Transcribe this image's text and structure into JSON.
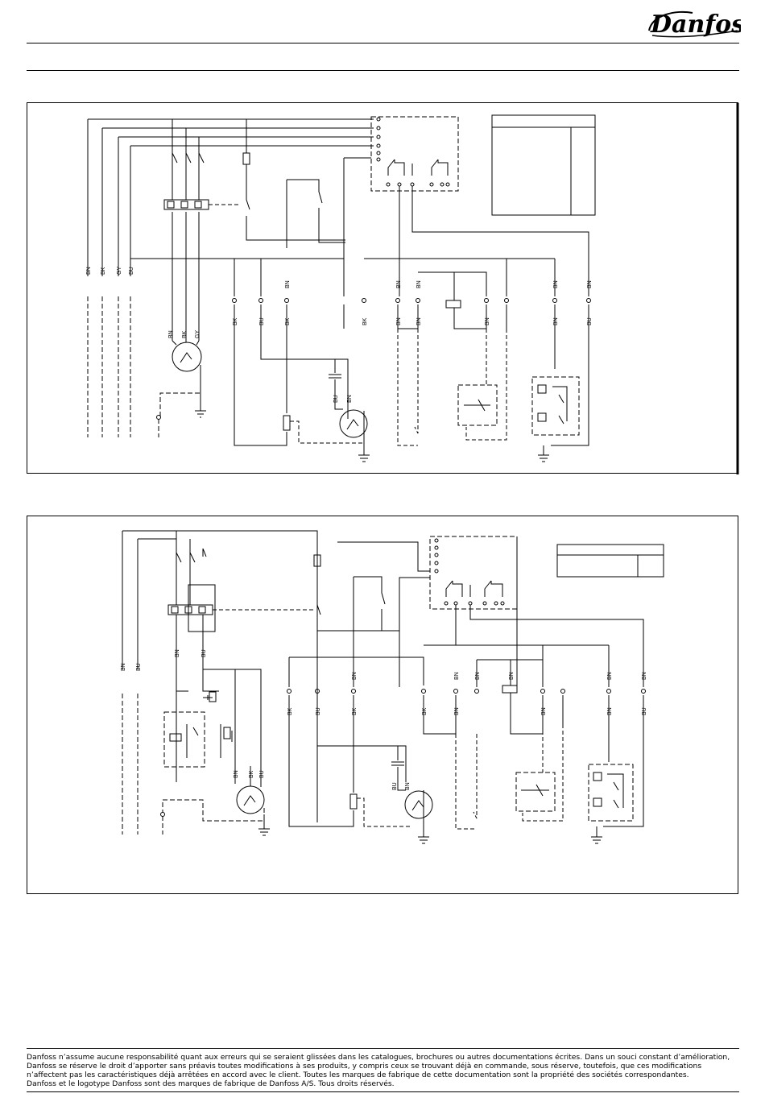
{
  "brand": {
    "logo_text": "Danfoss"
  },
  "diagram1": {
    "wire_labels_left": [
      "BN",
      "BK",
      "GY",
      "BU"
    ],
    "wire_labels_motor": [
      "BN",
      "BK",
      "GY"
    ],
    "wire_labels_mid_top": [
      "BN"
    ],
    "wire_labels_mid_bottom": [
      "BK",
      "BU",
      "BK"
    ],
    "wire_labels_center_top": [
      "BN",
      "BN"
    ],
    "wire_labels_center_bottom": [
      "BK",
      "BN",
      "BN",
      "BN"
    ],
    "wire_labels_right_top": [
      "BN",
      "BN"
    ],
    "wire_labels_right_bottom": [
      "BN",
      "BU"
    ],
    "wire_labels_fan": [
      "BU",
      "BN"
    ]
  },
  "diagram2": {
    "wire_labels_left": [
      "BN",
      "BU"
    ],
    "wire_labels_motor_top": [
      "BN",
      "BU"
    ],
    "wire_labels_motor": [
      "BN",
      "BK",
      "BU"
    ],
    "wire_labels_mid_bottom": [
      "BK",
      "BU",
      "BK"
    ],
    "wire_labels_mid_top": [
      "BN"
    ],
    "wire_labels_center_top": [
      "BN",
      "BN",
      "BN"
    ],
    "wire_labels_center_bottom": [
      "BK",
      "BN",
      "BN"
    ],
    "wire_labels_right_top": [
      "BN",
      "BN"
    ],
    "wire_labels_right_bottom": [
      "BN",
      "BU"
    ],
    "wire_labels_fan": [
      "BU",
      "BN"
    ]
  },
  "footer": {
    "line1": "Danfoss n’assume aucune responsabilité quant aux erreurs qui se seraient glissées dans les catalogues, brochures ou autres documentations écrites. Dans un souci constant d’amélioration, Danfoss se réserve le droit d’apporter sans préavis toutes modifications à ses produits, y compris ceux se trouvant déjà en commande, sous réserve, toutefois, que ces modifications n’affectent pas les caractéristiques déjà arrêtées en accord avec le client. Toutes les marques de fabrique de cette documentation sont la propriété des sociétés correspondantes.",
    "line2": "Danfoss et le logotype Danfoss sont des marques de fabrique de Danfoss A/S. Tous droits réservés."
  }
}
